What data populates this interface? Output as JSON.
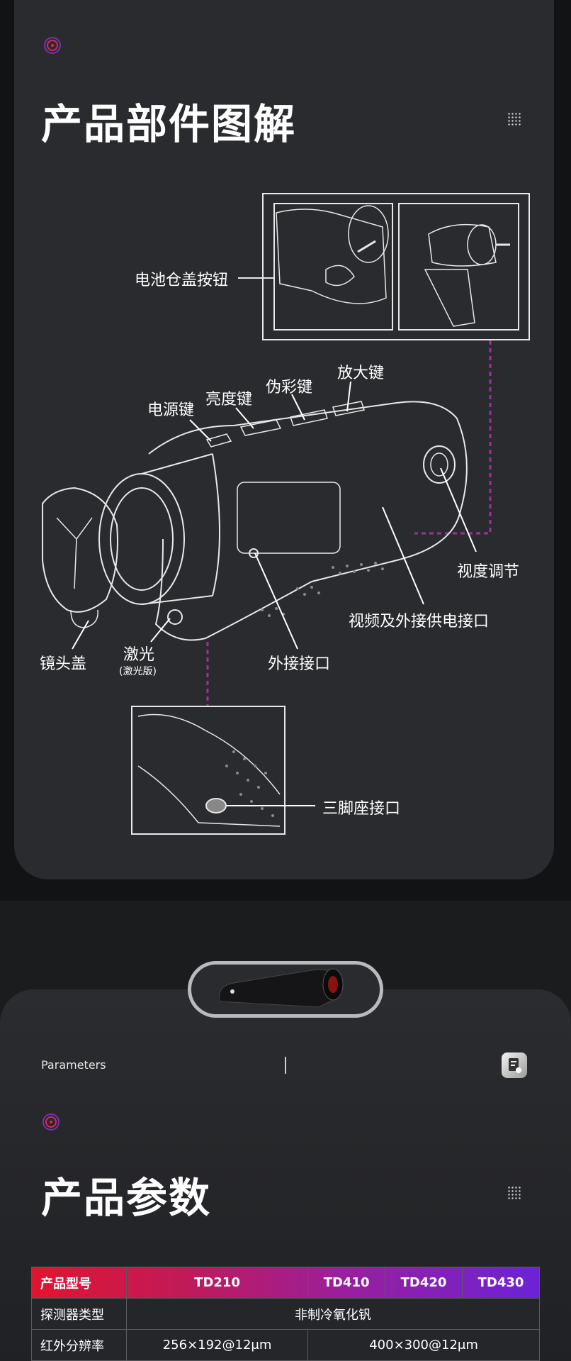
{
  "parts_section": {
    "title": "产品部件图解",
    "labels": {
      "battery_cover_button": "电池仓盖按钮",
      "zoom_key": "放大键",
      "pseudo_color_key": "伪彩键",
      "brightness_key": "亮度键",
      "power_key": "电源键",
      "diopter_adjust": "视度调节",
      "video_power_port": "视频及外接供电接口",
      "lens_cap": "镜头盖",
      "laser": "激光",
      "laser_note": "(激光版)",
      "external_port": "外接接口",
      "tripod_port": "三脚座接口"
    }
  },
  "params_section": {
    "label_en": "Parameters",
    "title": "产品参数",
    "table": {
      "header": [
        "产品型号",
        "TD210",
        "TD410",
        "TD420",
        "TD430"
      ],
      "rows": [
        {
          "label": "探测器类型",
          "value": "非制冷氧化钒"
        },
        {
          "label": "红外分辨率",
          "value_a": "256×192@12μm",
          "value_b": "400×300@12μm"
        }
      ]
    }
  },
  "colors": {
    "accent_red": "#e0152f",
    "accent_purple": "#6b23d6",
    "dashed_line": "#a0309a"
  }
}
